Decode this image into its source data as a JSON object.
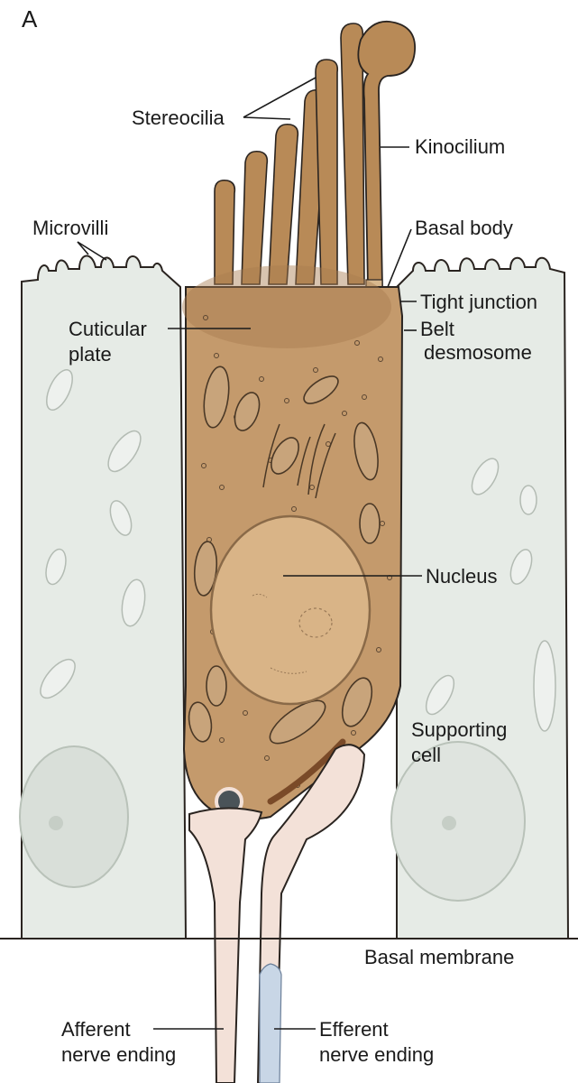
{
  "figure": {
    "panel_letter": "A",
    "labels": {
      "stereocilia": "Stereocilia",
      "kinocilium": "Kinocilium",
      "microvilli": "Microvilli",
      "basal_body": "Basal body",
      "tight_junction": "Tight junction",
      "belt_line1": "Belt",
      "belt_line2": "desmosome",
      "cuticular_line1": "Cuticular",
      "cuticular_line2": "plate",
      "nucleus": "Nucleus",
      "supporting_line1": "Supporting",
      "supporting_line2": "cell",
      "basal_membrane": "Basal membrane",
      "afferent_line1": "Afferent",
      "afferent_line2": "nerve ending",
      "efferent_line1": "Efferent",
      "efferent_line2": "nerve ending"
    },
    "colors": {
      "hair_cell": "#c49a6c",
      "hair_cell_dark": "#a97d4f",
      "stereocilia": "#b88a57",
      "supporting_cell": "#e6ebe6",
      "nerve": "#f3e1d8",
      "efferent_sheath": "#c8d6e6",
      "outline": "#2a2420"
    }
  }
}
